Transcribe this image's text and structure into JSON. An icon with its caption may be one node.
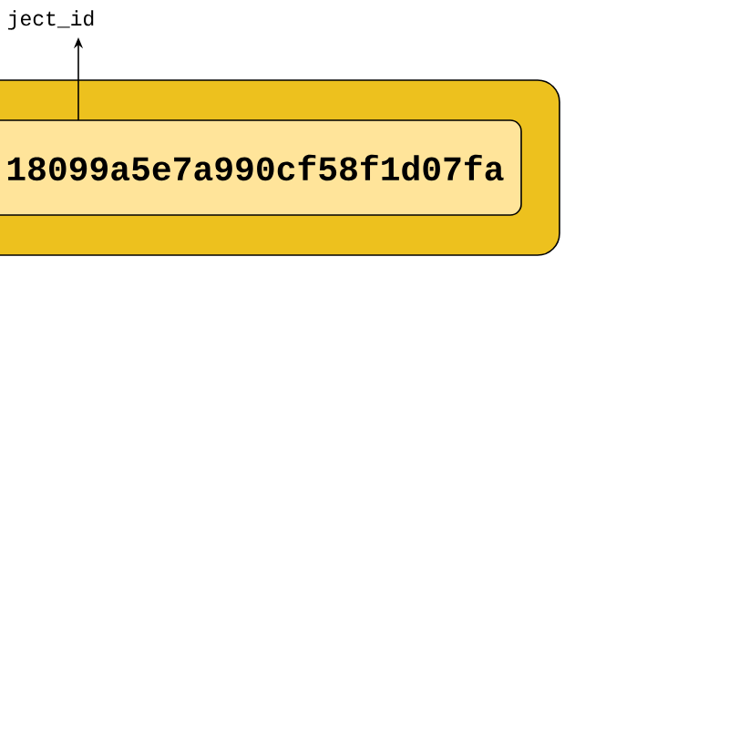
{
  "diagram": {
    "nodes": [
      {
        "text": [],
        "shape": "box"
      },
      {
        "text": [
          "18099a5e7a990cf58f1d07fa"
        ],
        "in": 0
      },
      {
        "text": [
          "ject_id"
        ]
      }
    ],
    "edges": [
      {
        "from": 1,
        "to": 2,
        "arrow": "to"
      }
    ]
  }
}
